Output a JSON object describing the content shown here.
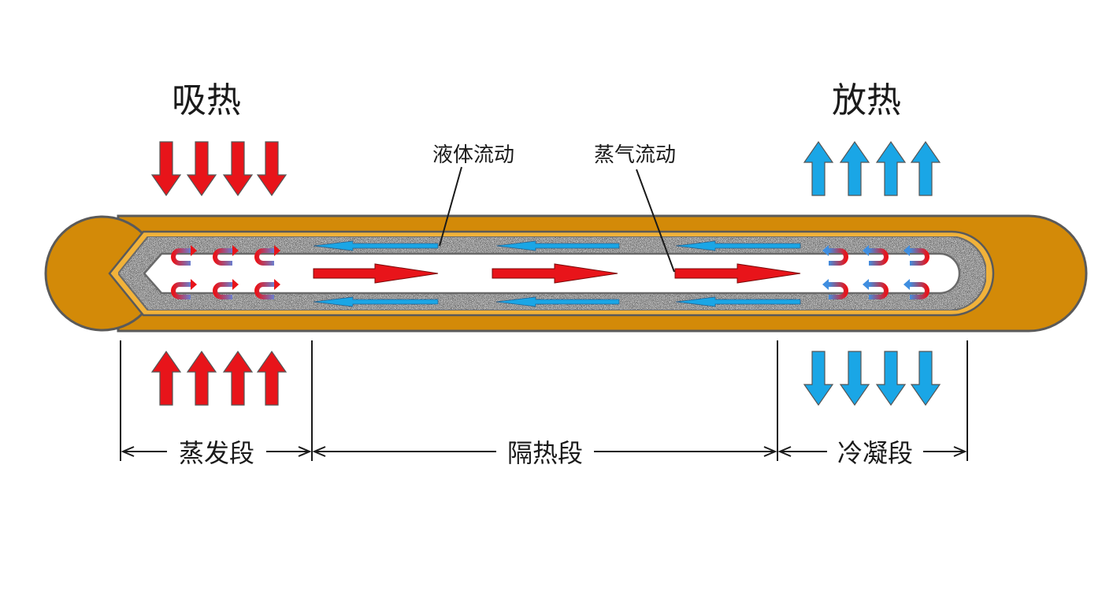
{
  "labels": {
    "absorb_heat": "吸热",
    "release_heat": "放热",
    "liquid_flow": "液体流动",
    "vapor_flow": "蒸气流动",
    "evaporator_section": "蒸发段",
    "adiabatic_section": "隔热段",
    "condenser_section": "冷凝段"
  },
  "colors": {
    "pipe_orange": "#d38a08",
    "pipe_stroke": "#5a5a5a",
    "wick_gray": "#cfcfcf",
    "heat_in_red": "#e8141a",
    "heat_out_blue": "#1aa6e6",
    "return_mix": "#b06aa0"
  },
  "icons": {
    "heat_in": "arrow-down-icon",
    "heat_out": "arrow-up-icon",
    "vapor": "arrow-right-icon",
    "liquid": "arrow-left-icon",
    "turn": "u-turn-icon"
  }
}
